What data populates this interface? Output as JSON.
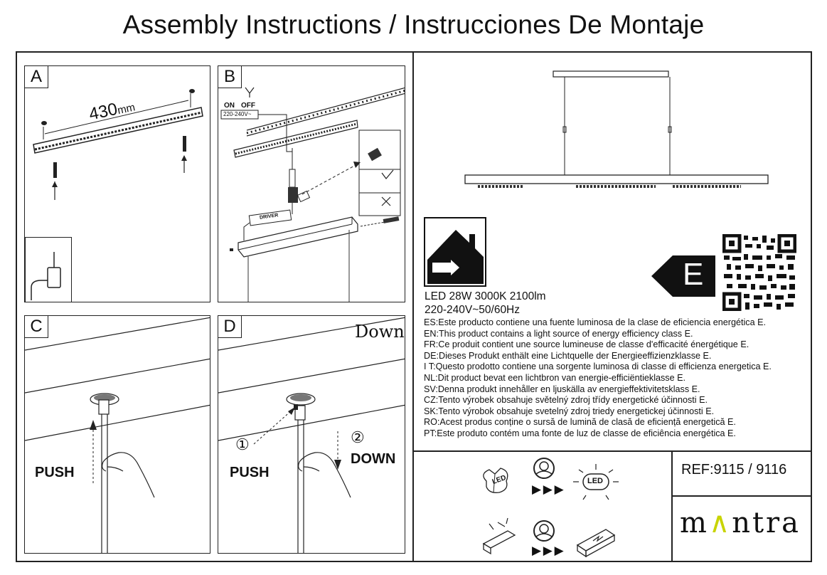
{
  "title": "Assembly Instructions / Instrucciones De Montaje",
  "panels": {
    "a": {
      "label": "A",
      "dimension": "430",
      "unit": "mm"
    },
    "b": {
      "label": "B",
      "switch_on": "ON",
      "switch_off": "OFF",
      "voltage": "220-240V~",
      "driver_label": "DRIVER"
    },
    "c": {
      "label": "C",
      "push": "PUSH"
    },
    "d": {
      "label": "D",
      "corner_word": "Down",
      "step1": "①",
      "step2": "②",
      "push": "PUSH",
      "down": "DOWN"
    }
  },
  "product": {
    "spec_line1": "LED 28W 3000K 2100lm",
    "spec_line2": "220-240V~50/60Hz",
    "energy_class": "E"
  },
  "energy_statements": [
    "ES:Este producto contiene una fuente luminosa de la clase de eficiencia energética E.",
    "EN:This product contains a light source of energy efficiency class E.",
    "FR:Ce produit contient une source lumineuse de classe d'efficacité énergétique E.",
    "DE:Dieses Produkt enthält eine Lichtquelle der Energieeffizienzklasse E.",
    "I T:Questo prodotto contiene una sorgente luminosa di classe di efficienza energetica E.",
    "NL:Dit product bevat een lichtbron van energie-efficiëntieklasse E.",
    "SV:Denna produkt innehåller en ljuskälla av energieffektivitetsklass E.",
    "CZ:Tento výrobek obsahuje světelný zdroj třídy energetické účinnosti E.",
    "SK:Tento výrobok obsahuje svetelný zdroj triedy energetickej účinnosti E.",
    "RO:Acest produs conține o sursă de lumină de clasă de eficiență energetică E.",
    "PT:Este produto contém uma fonte de luz de classe de eficiência energética E."
  ],
  "icons": {
    "led_badge": "LED",
    "arrows": "▶ ▶ ▶"
  },
  "reference": "REF:9115 / 9116",
  "brand": {
    "left": "m",
    "middle": "∧",
    "right": "ntra",
    "accent_color": "#c8d400"
  }
}
